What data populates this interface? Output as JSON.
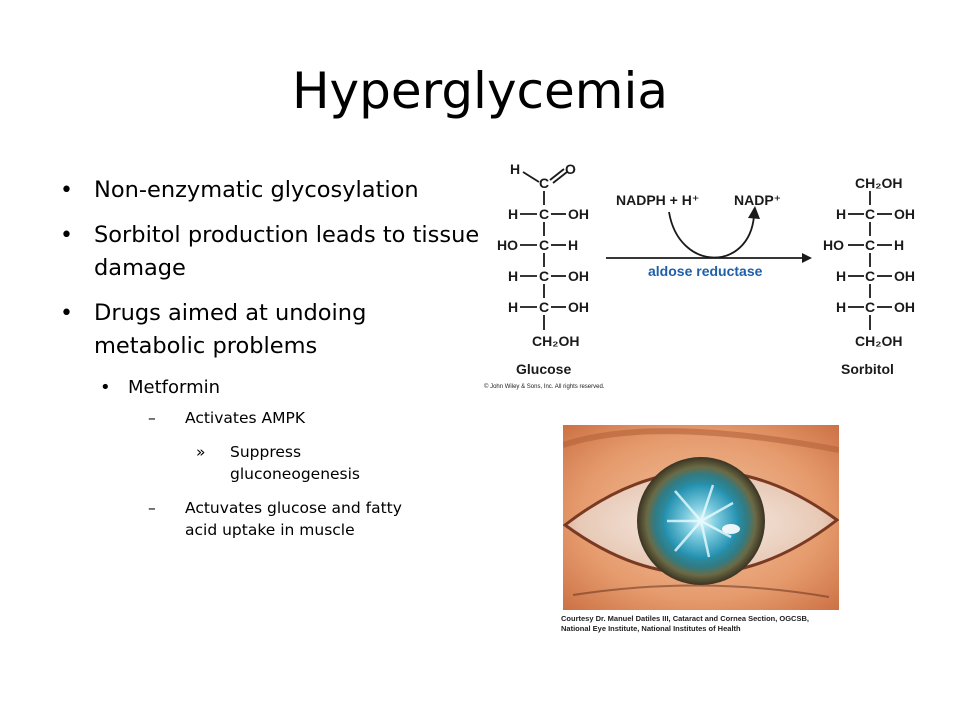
{
  "slide": {
    "title": "Hyperglycemia",
    "bullets": [
      "Non-enzymatic glycosylation",
      "Sorbitol production leads to tissue damage",
      "Drugs aimed at undoing metabolic problems"
    ],
    "sub_bullet": "Metformin",
    "sub_sub": [
      "Activates AMPK",
      "Actuvates glucose and fatty acid uptake in muscle"
    ],
    "sub_sub_sub": "Suppress gluconeogenesis",
    "markers": {
      "level1": "•",
      "level2": "•",
      "level3": "–",
      "level4": "»"
    }
  },
  "reaction": {
    "cofactor_in": "NADPH + H⁺",
    "cofactor_out": "NADP⁺",
    "enzyme": "aldose reductase",
    "left_label": "Glucose",
    "right_label": "Sorbitol",
    "copyright": "© John Wiley & Sons, Inc. All rights reserved.",
    "enzyme_color": "#1f5fa8"
  },
  "photo": {
    "credit_line1": "Courtesy Dr. Manuel Datiles III, Cataract and Cornea Section, OGCSB,",
    "credit_line2": "National Eye Institute, National Institutes of Health"
  }
}
